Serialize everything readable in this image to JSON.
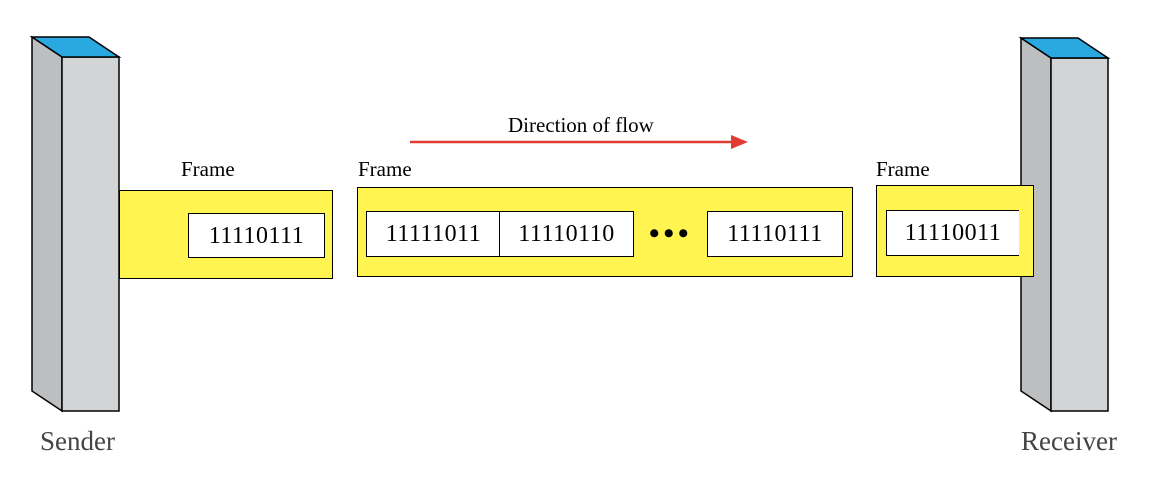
{
  "flow": {
    "label": "Direction of flow"
  },
  "sender": {
    "label": "Sender",
    "frame_label": "Frame",
    "frame_bits": "11110111"
  },
  "link": {
    "frame_label": "Frame",
    "bits": [
      "11111011",
      "11110110",
      "11110111"
    ],
    "ellipsis": "•••"
  },
  "receiver": {
    "label": "Receiver",
    "frame_label": "Frame",
    "frame_bits": "11110011"
  },
  "colors": {
    "frame_fill": "#fff450",
    "station_front": "#d3d4d6",
    "station_side": "#bdbec0",
    "station_top": "#2aa8e0",
    "arrow": "#e03c31"
  }
}
